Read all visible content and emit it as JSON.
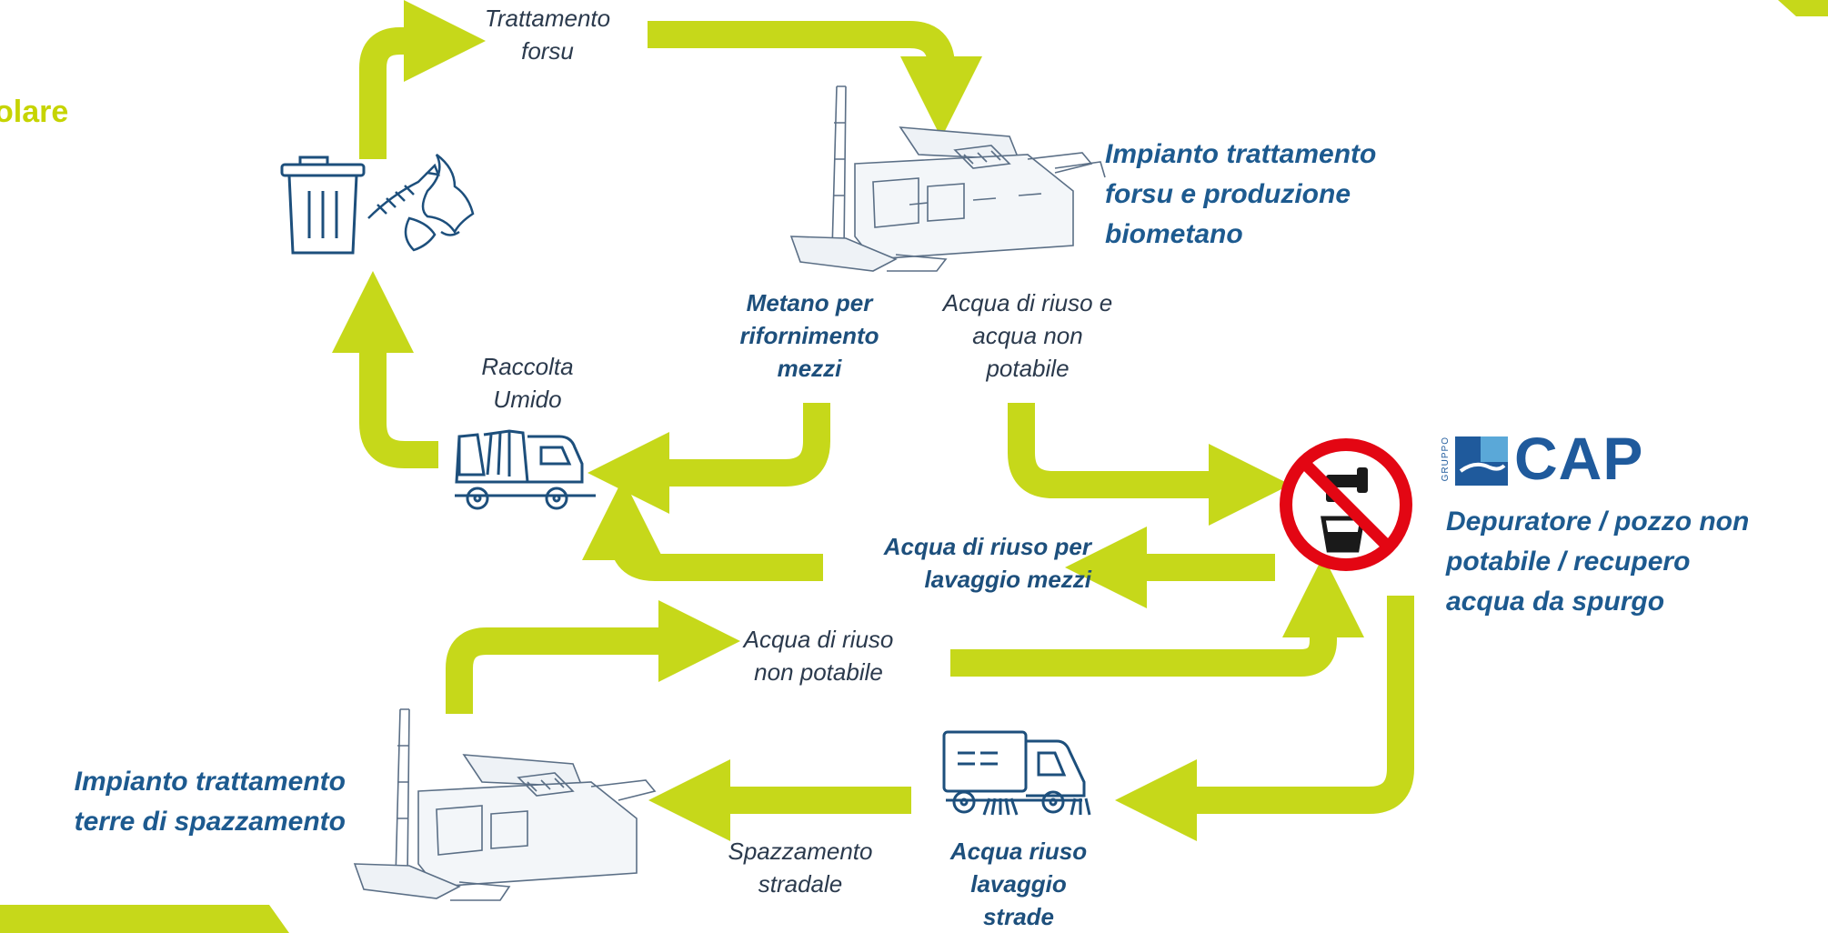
{
  "colors": {
    "arrow": "#c6d81a",
    "icon": "#1d4f7c",
    "text_dark": "#2b3a4d",
    "text_blue": "#1d5a8f",
    "prohibit_red": "#e30613",
    "cap_blue": "#1f5a9c"
  },
  "header_fragment": "olare",
  "labels": {
    "trattamento_forsu": "Trattamento\nforsu",
    "impianto_forsu": "Impianto trattamento\nforsu e produzione\nbiometano",
    "metano": "Metano per\nrifornimento\nmezzi",
    "acqua_riuso_non_potabile_top": "Acqua di riuso e\nacqua non\npotabile",
    "raccolta_umido": "Raccolta\nUmido",
    "acqua_lavaggio_mezzi": "Acqua di riuso per\nlavaggio mezzi",
    "depuratore": "Depuratore / pozzo non\npotabile / recupero\nacqua da spurgo",
    "acqua_riuso_np": "Acqua di riuso\nnon potabile",
    "impianto_terre": "Impianto trattamento\nterre di spazzamento",
    "spazzamento": "Spazzamento\nstradale",
    "acqua_lavaggio_strade": "Acqua riuso\nlavaggio\nstrade"
  },
  "cap_logo": {
    "brand": "CAP",
    "group": "GRUPPO"
  },
  "icons": [
    "trash-bin-icon",
    "organic-waste-icon",
    "garbage-truck-icon",
    "treatment-plant-sketch",
    "non-potable-water-icon",
    "street-sweeper-icon"
  ]
}
